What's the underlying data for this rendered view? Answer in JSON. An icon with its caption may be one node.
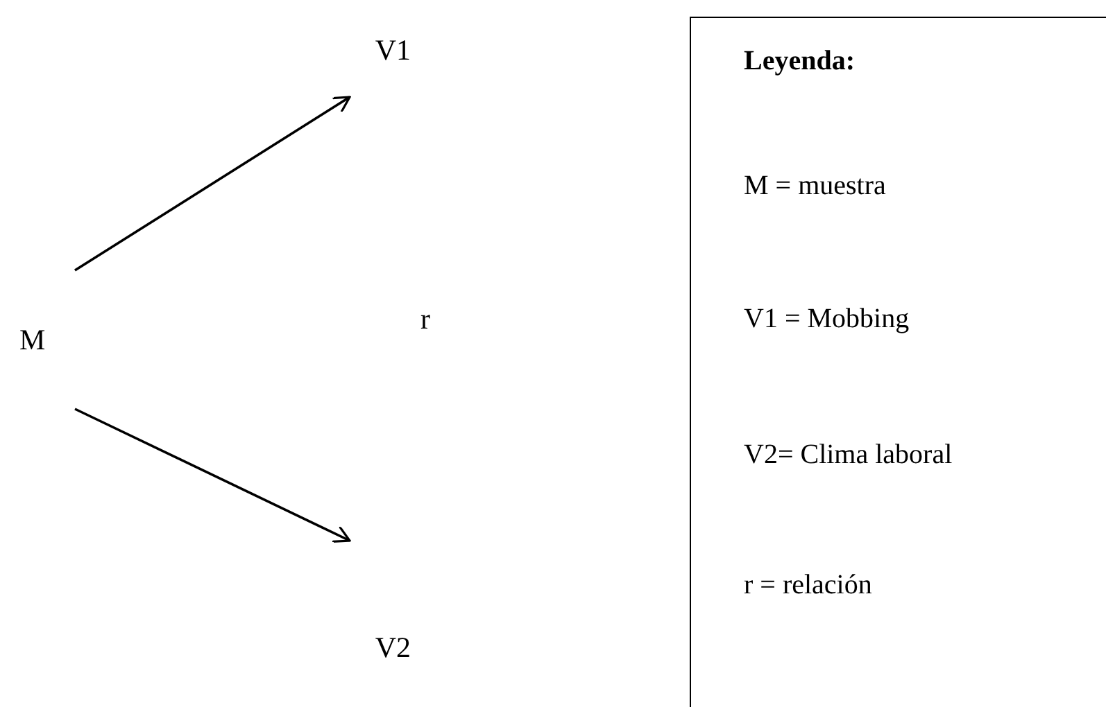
{
  "diagram": {
    "nodes": [
      {
        "text": [
          "M"
        ]
      },
      {
        "text": [
          "V1"
        ]
      },
      {
        "text": [
          "V2"
        ]
      },
      {
        "text": [
          "Leyenda:",
          "M = muestra",
          "V1 = Mobbing",
          "V2= Clima laboral",
          "r = relación"
        ]
      }
    ],
    "edges": [
      {
        "from": 0,
        "to": 1,
        "arrow": "to"
      },
      {
        "from": 0,
        "to": 2,
        "arrow": "to"
      }
    ],
    "labels": [
      "r"
    ]
  }
}
